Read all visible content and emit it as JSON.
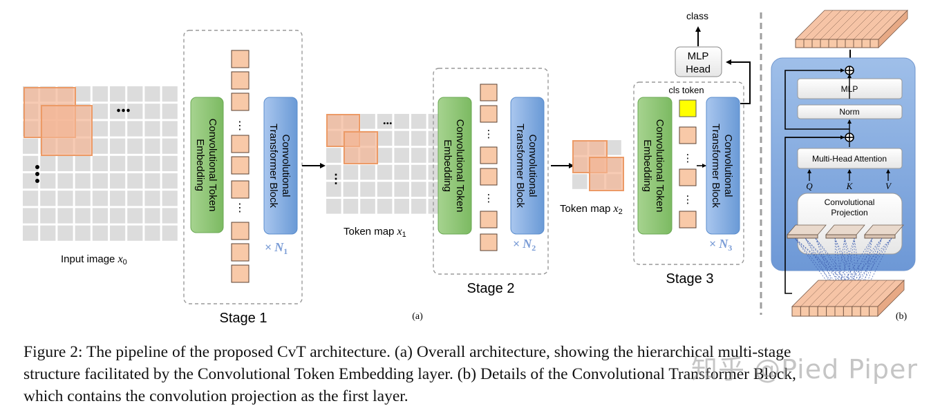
{
  "panel_a": {
    "input_label_prefix": "Input image ",
    "input_var": "x",
    "input_sub": "0",
    "token_map_prefix": "Token map ",
    "token_var": "x",
    "token1_sub": "1",
    "token2_sub": "2",
    "cte_label_line1": "Convolutional Token",
    "cte_label_line2": "Embedding",
    "ctb_label_line1": "Convolutional",
    "ctb_label_line2": "Transformer Block",
    "times": "×",
    "n_var": "N",
    "n1_sub": "1",
    "n2_sub": "2",
    "n3_sub": "3",
    "stage1": "Stage 1",
    "stage2": "Stage 2",
    "stage3": "Stage 3",
    "cls_token": "cls token",
    "mlp_head_line1": "MLP",
    "mlp_head_line2": "Head",
    "class_label": "class",
    "ellipsis_h": "...",
    "ellipsis_v": "⋮",
    "panel_label": "(a)"
  },
  "panel_b": {
    "mlp": "MLP",
    "norm": "Norm",
    "mha": "Multi-Head Attention",
    "q": "Q",
    "k": "K",
    "v": "V",
    "conv_proj_line1": "Convolutional",
    "conv_proj_line2": "Projection",
    "panel_label": "(b)"
  },
  "caption": {
    "line1": "Figure 2: The pipeline of the proposed CvT architecture. (a) Overall architecture, showing the hierarchical multi-stage",
    "line2": "structure facilitated by the Convolutional Token Embedding layer. (b) Details of the Convolutional Transformer Block,",
    "line3": "which contains the convolution projection as the first layer."
  },
  "watermark": "知乎 @Pied Piper",
  "colors": {
    "grid": "#dcdcdc",
    "patch_fill": "#f3c6a9",
    "patch_stroke": "#ec9a66",
    "token_fill": "#f8c9a8",
    "cte_green": "#8cc575",
    "ctb_blue": "#78a6dc",
    "cls_yellow": "#ffff00",
    "panel_b_bg": "#8fb3e3",
    "n_label": "#7a9cd6"
  }
}
